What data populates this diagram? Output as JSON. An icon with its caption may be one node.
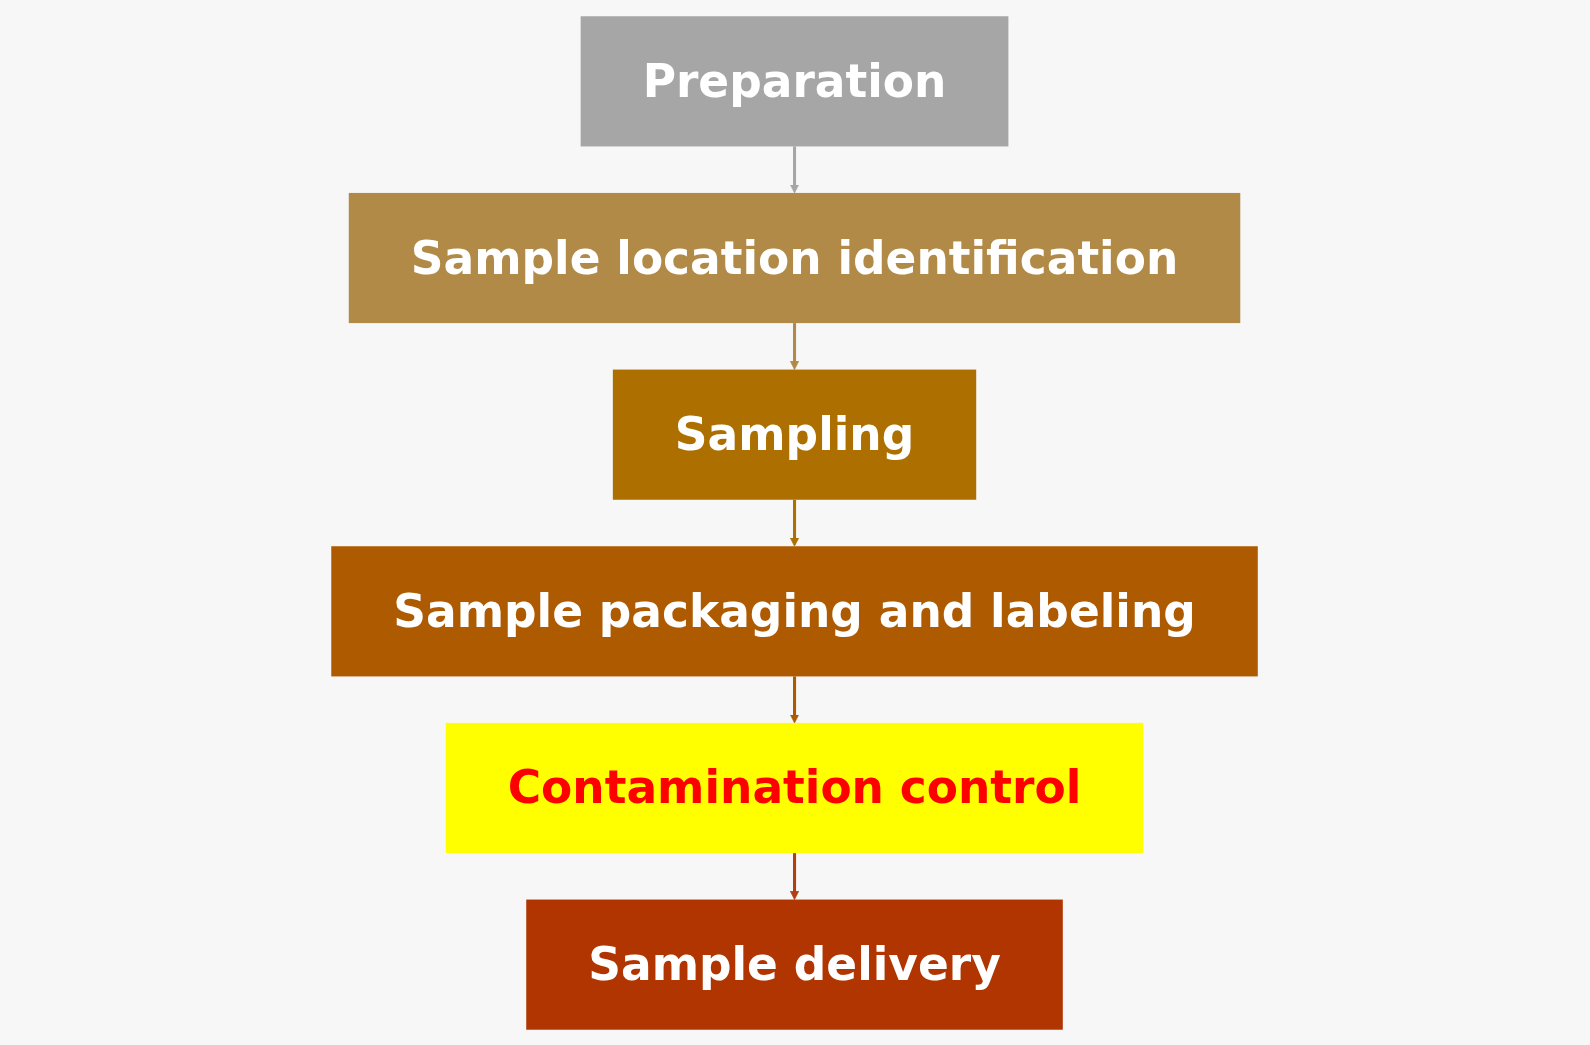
{
  "diagram": {
    "nodes": [
      {
        "text": [
          "Preparation"
        ]
      },
      {
        "text": [
          "Sample location identification"
        ]
      },
      {
        "text": [
          "Sampling"
        ]
      },
      {
        "text": [
          "Sample packaging and labeling"
        ]
      },
      {
        "text": [
          "Contamination control"
        ]
      },
      {
        "text": [
          "Sample delivery"
        ]
      }
    ],
    "edges": [
      {
        "from": 0,
        "to": 1,
        "arrow": "to",
        "color": "#a6a6a6"
      },
      {
        "from": 1,
        "to": 2,
        "arrow": "to",
        "color": "#b08a46"
      },
      {
        "from": 2,
        "to": 3,
        "arrow": "to",
        "color": "#ac6f00"
      },
      {
        "from": 3,
        "to": 4,
        "arrow": "to",
        "color": "#ae5a00"
      },
      {
        "from": 4,
        "to": 5,
        "arrow": "to",
        "color": "#b04010"
      }
    ]
  }
}
